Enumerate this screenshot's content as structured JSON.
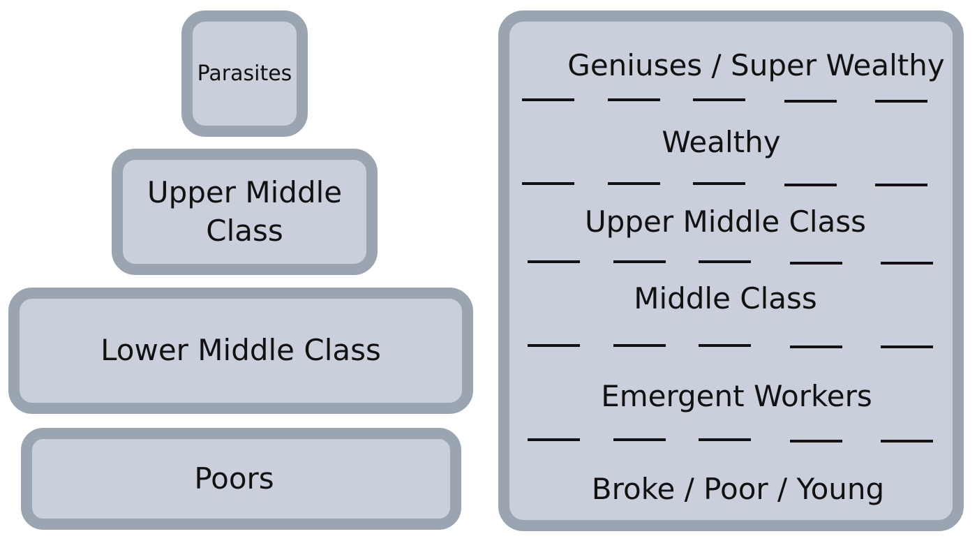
{
  "left_pyramid": {
    "tiers": [
      {
        "label": "Parasites"
      },
      {
        "label": "Upper Middle Class"
      },
      {
        "label": "Lower Middle Class"
      },
      {
        "label": "Poors"
      }
    ]
  },
  "right_panel": {
    "tiers": [
      {
        "label": "Geniuses / Super Wealthy"
      },
      {
        "label": "Wealthy"
      },
      {
        "label": "Upper Middle Class"
      },
      {
        "label": "Middle Class"
      },
      {
        "label": "Emergent Workers"
      },
      {
        "label": "Broke / Poor / Young"
      }
    ],
    "blank_rows": 5,
    "blanks_per_row": 5
  },
  "colors": {
    "box_fill": "#c9d0db",
    "box_border": "#9aa5b1",
    "text": "#111111",
    "background": "#ffffff"
  }
}
